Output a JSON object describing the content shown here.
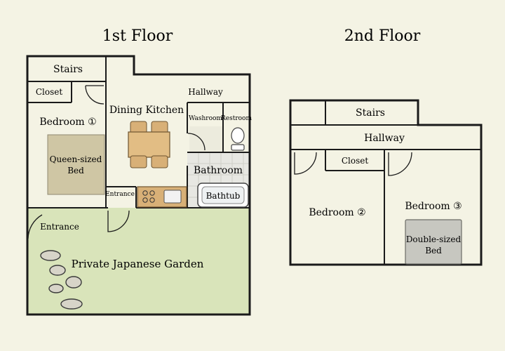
{
  "floors": {
    "first": {
      "title": "1st Floor",
      "rooms": {
        "stairs": "Stairs",
        "closet": "Closet",
        "bedroom": "Bedroom ①",
        "queen_bed_line1": "Queen-sized",
        "queen_bed_line2": "Bed",
        "dining_kitchen": "Dining Kitchen",
        "hallway": "Hallway",
        "washroom": "Washroom",
        "restroom": "Restroom",
        "bathroom": "Bathroom",
        "bathtub": "Bathtub",
        "entrance_inner": "Entrance",
        "entrance_outer": "Entrance",
        "garden": "Private Japanese Garden"
      }
    },
    "second": {
      "title": "2nd Floor",
      "rooms": {
        "stairs": "Stairs",
        "hallway": "Hallway",
        "closet": "Closet",
        "bedroom2": "Bedroom ②",
        "bedroom3": "Bedroom ③",
        "double_bed_line1": "Double-sized",
        "double_bed_line2": "Bed"
      }
    }
  },
  "colors": {
    "background": "#f4f3e4",
    "garden": "#d9e4ba",
    "bed": "#cfc6a4",
    "double_bed": "#c7c7c0",
    "wood": "#d8b077",
    "tile": "#e7e7e2"
  }
}
